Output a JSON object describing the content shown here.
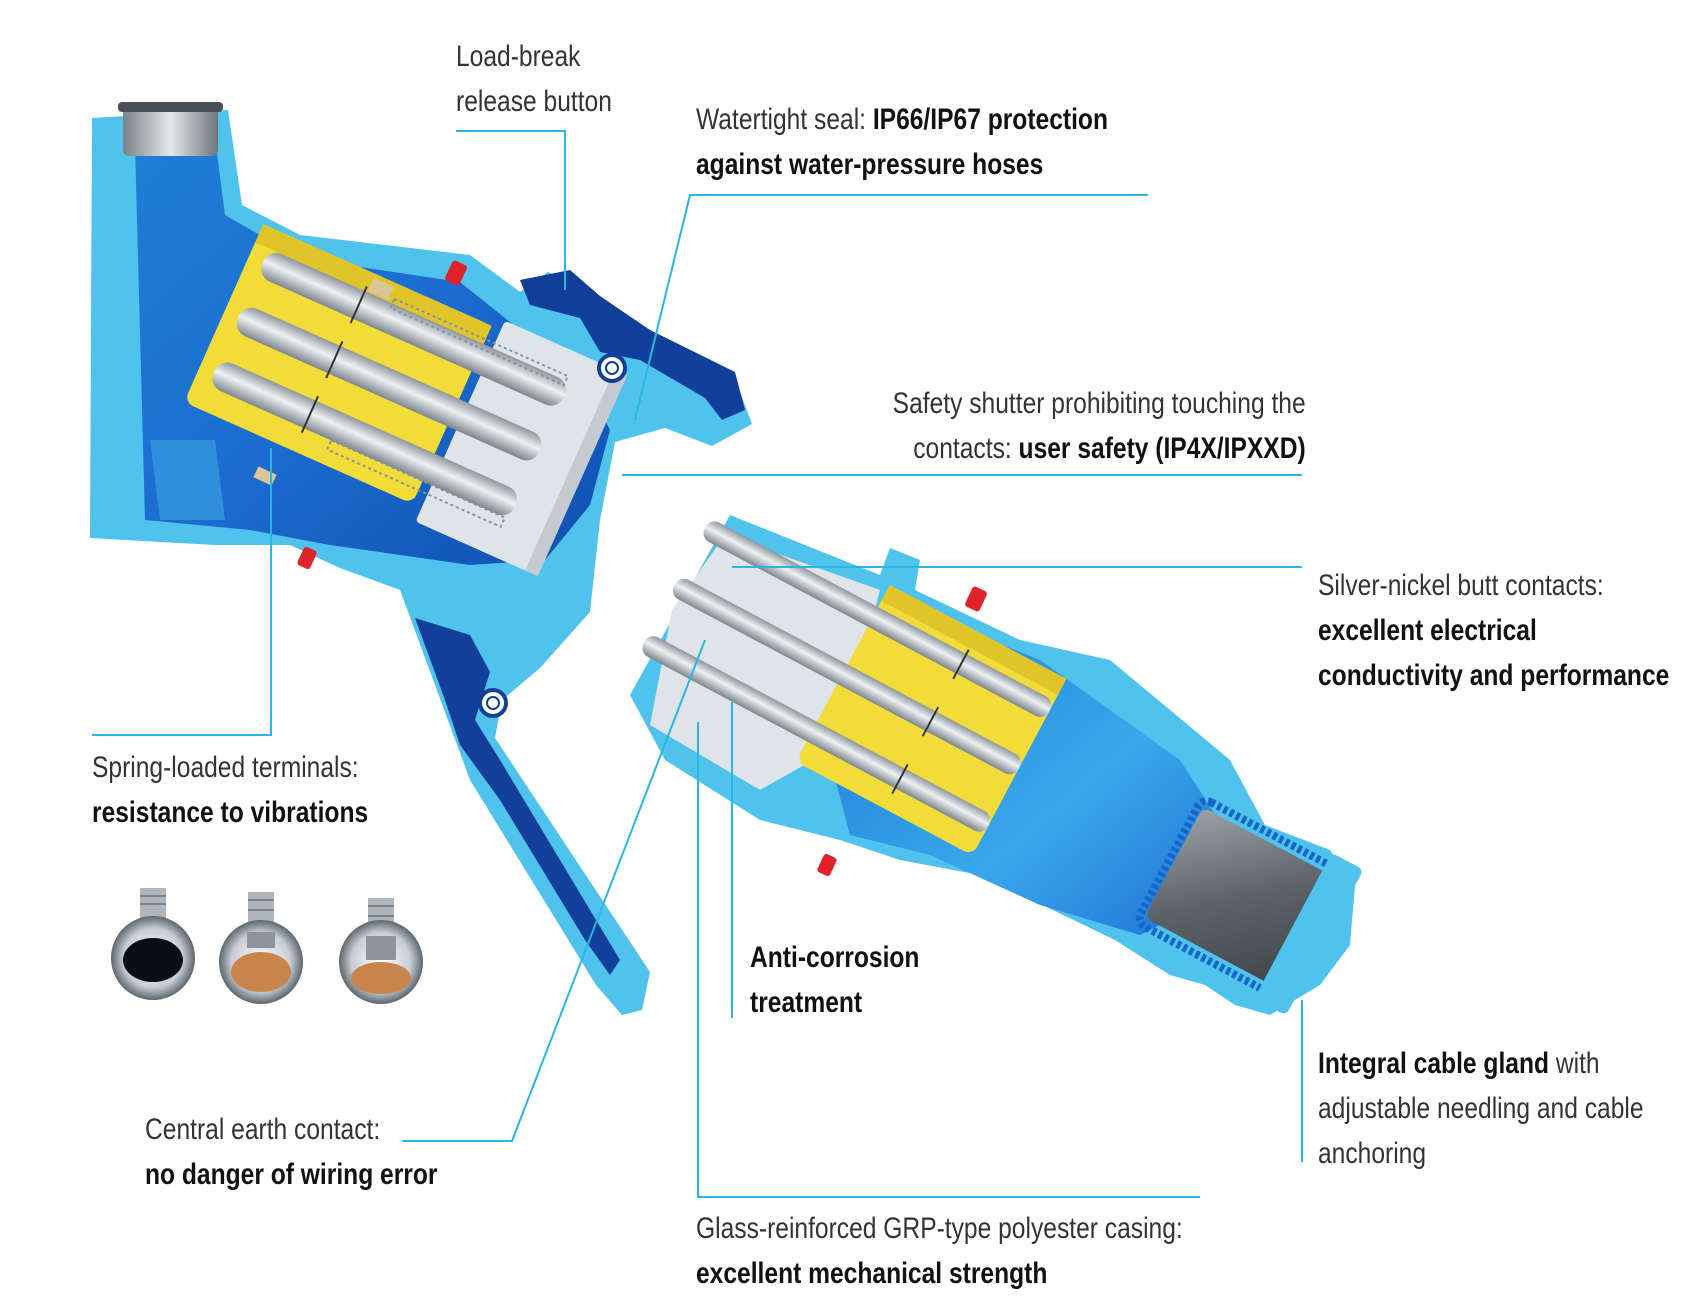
{
  "colors": {
    "leader": "#29b6e3",
    "casing_light": "#4fc3ee",
    "casing_dark": "#1566c8",
    "casing_navy": "#123f9a",
    "insulator": "#f2dc3a",
    "metal": "#b9c0c6",
    "shutter": "#dfe4e8",
    "seal": "#e0232a",
    "copper": "#c8844a"
  },
  "labels": {
    "load_break": {
      "line1": "Load-break",
      "line2": "release button"
    },
    "watertight": {
      "normal": "Watertight seal: ",
      "bold1": "IP66/IP67 protection",
      "bold2": "against water-pressure hoses"
    },
    "safety_shutter": {
      "line1": "Safety shutter prohibiting touching the",
      "line2_normal": "contacts: ",
      "line2_bold": "user safety (IP4X/IPXXD)"
    },
    "silver_nickel": {
      "normal": "Silver-nickel butt contacts:",
      "bold1": "excellent electrical",
      "bold2": "conductivity and performance"
    },
    "spring_loaded": {
      "normal": "Spring-loaded terminals:",
      "bold": "resistance to vibrations"
    },
    "anti_corrosion": {
      "bold1": "Anti-corrosion",
      "bold2": "treatment"
    },
    "cable_gland": {
      "bold": "Integral cable gland",
      "normal1": " with",
      "normal2": "adjustable needling and cable",
      "normal3": "anchoring"
    },
    "central_earth": {
      "normal": "Central earth contact:",
      "bold": "no danger of wiring error"
    },
    "glass_reinforced": {
      "normal": "Glass-reinforced GRP-type polyester casing:",
      "bold": "excellent mechanical strength"
    }
  }
}
